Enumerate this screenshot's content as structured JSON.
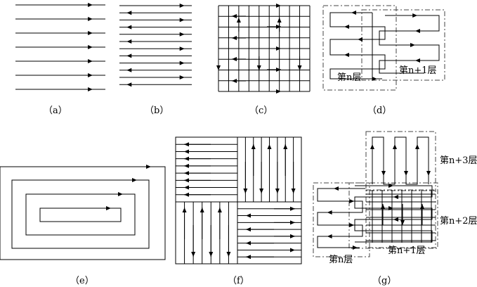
{
  "captions": {
    "a": "（a）",
    "b": "（b）",
    "c": "（c）",
    "d": "（d）",
    "e": "（e）",
    "f": "（f）",
    "g": "（g）"
  },
  "layer_labels": {
    "d_n": "第n层",
    "d_n1": "第n+1层",
    "g_n": "第n层",
    "g_n1": "第n+1层",
    "g_n2": "第n+2层",
    "g_n3": "第n+3层"
  },
  "colors": {
    "stroke": "#000000",
    "dashed": "#444444"
  }
}
